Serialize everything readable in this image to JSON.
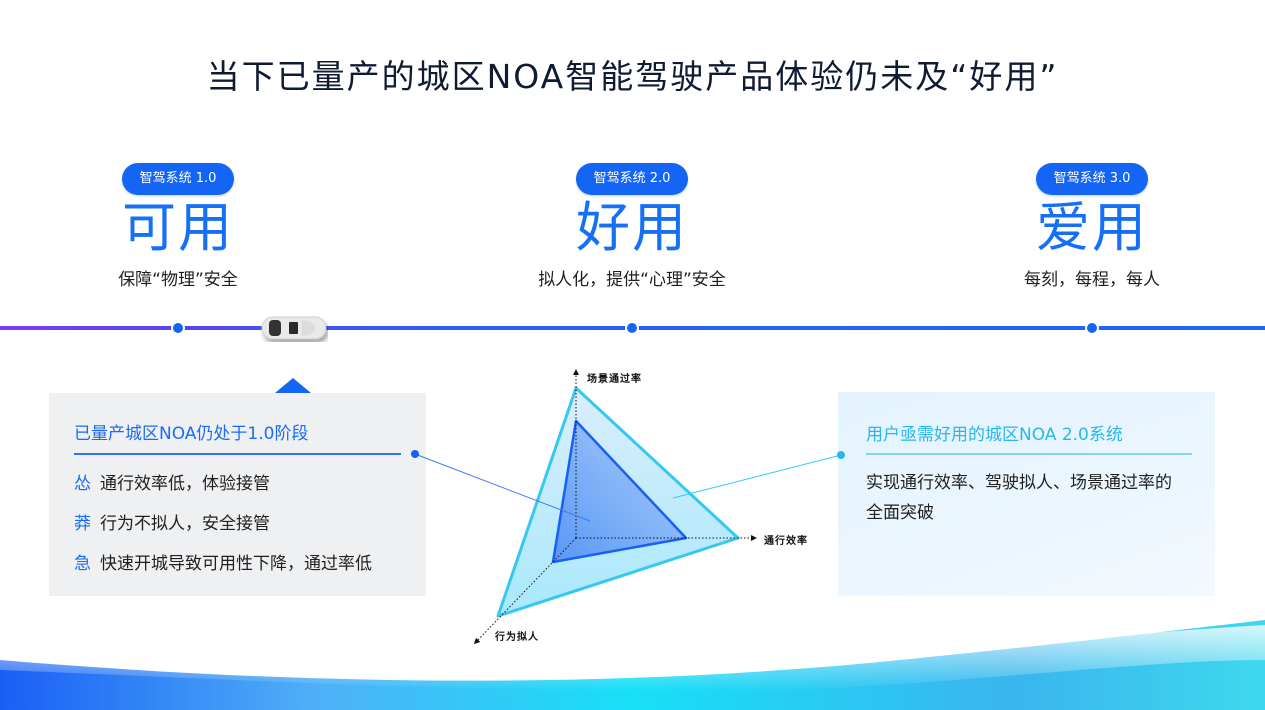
{
  "title": "当下已量产的城区NOA智能驾驶产品体验仍未及“好用”",
  "stages": [
    {
      "badge": "智驾系统  1.0",
      "word": "可用",
      "subtitle": "保障“物理”安全"
    },
    {
      "badge": "智驾系统  2.0",
      "word": "好用",
      "subtitle": "拟人化，提供“心理”安全"
    },
    {
      "badge": "智驾系统  3.0",
      "word": "爱用",
      "subtitle": "每刻，每程，每人"
    }
  ],
  "left_box": {
    "heading": "已量产城区NOA仍处于1.0阶段",
    "items": [
      {
        "key": "怂",
        "text": "通行效率低，体验接管"
      },
      {
        "key": "莽",
        "text": "行为不拟人，安全接管"
      },
      {
        "key": "急",
        "text": "快速开城导致可用性下降，通过率低"
      }
    ]
  },
  "right_box": {
    "heading": "用户亟需好用的城区NOA 2.0系统",
    "body": "实现通行效率、驾驶拟人、场景通过率的全面突破"
  },
  "radar": {
    "axes": [
      "场景通过率",
      "通行效率",
      "行为拟人"
    ]
  },
  "chart_data": {
    "type": "radar",
    "title": "",
    "axes": [
      "场景通过率",
      "通行效率",
      "行为拟人"
    ],
    "series": [
      {
        "name": "智驾系统 1.0 (已量产城区NOA)",
        "values": [
          0.78,
          0.68,
          0.39
        ],
        "color": "#1a5ff5"
      },
      {
        "name": "智驾系统 2.0 (好用)",
        "values": [
          1.0,
          1.0,
          1.0
        ],
        "color": "#35c8f2"
      }
    ],
    "grid": false,
    "legend": "none"
  },
  "colors": {
    "accent_blue": "#1565f5",
    "accent_cyan": "#27b6ef",
    "title": "#0f1a33",
    "left_box_bg": "#eff0f2",
    "right_box_bg": "#e8f4fd"
  }
}
